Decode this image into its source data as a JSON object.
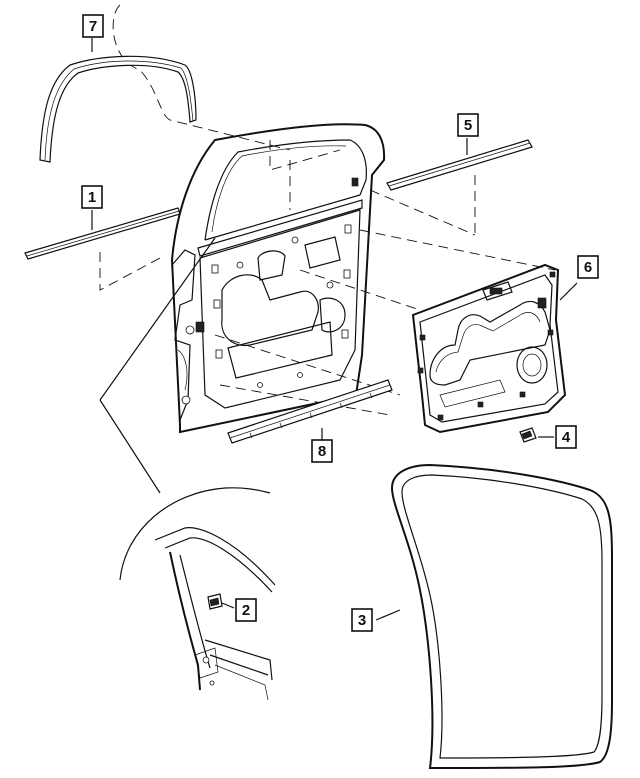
{
  "diagram": {
    "callouts": [
      {
        "id": "c1",
        "label": "1",
        "part": "belt-molding-outer"
      },
      {
        "id": "c2",
        "label": "2",
        "part": "clip"
      },
      {
        "id": "c3",
        "label": "3",
        "part": "door-weatherstrip-seal"
      },
      {
        "id": "c4",
        "label": "4",
        "part": "clip"
      },
      {
        "id": "c5",
        "label": "5",
        "part": "belt-molding-inner"
      },
      {
        "id": "c6",
        "label": "6",
        "part": "door-trim-panel"
      },
      {
        "id": "c7",
        "label": "7",
        "part": "upper-door-frame-seal"
      },
      {
        "id": "c8",
        "label": "8",
        "part": "lower-sill-seal"
      }
    ]
  }
}
